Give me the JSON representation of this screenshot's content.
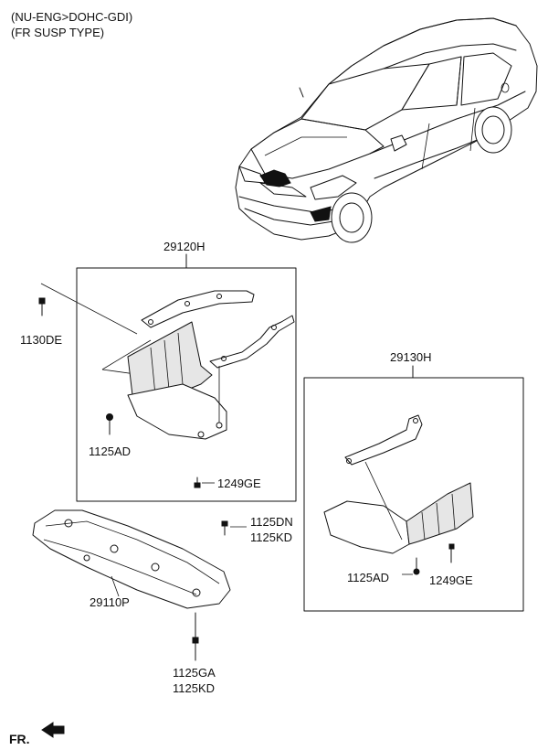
{
  "header": {
    "line1": "(NU-ENG>DOHC-GDI)",
    "line2": "(FR SUSP TYPE)"
  },
  "parts": {
    "p29120H": "29120H",
    "p29130H": "29130H",
    "p29110P": "29110P",
    "p1130DE": "1130DE",
    "p1125AD_left": "1125AD",
    "p1249GE_left": "1249GE",
    "p1125DN": "1125DN",
    "p1125KD_mid": "1125KD",
    "p1125AD_right": "1125AD",
    "p1249GE_right": "1249GE",
    "p1125GA": "1125GA",
    "p1125KD_bottom": "1125KD"
  },
  "footer": {
    "direction": "FR."
  },
  "icons": {
    "direction_arrow": "arrow-front-icon",
    "fastener": "bolt-icon"
  }
}
